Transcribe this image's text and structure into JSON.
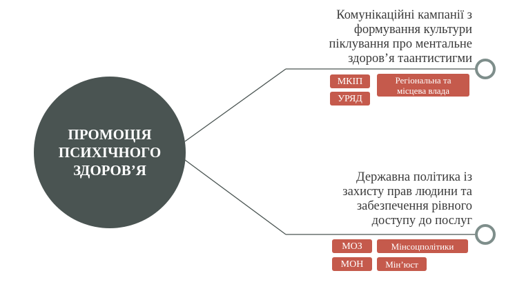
{
  "center": {
    "title": "ПРОМОЦІЯ\nПСИХІЧНОГО\nЗДОРОВ’Я"
  },
  "branches": [
    {
      "title": "Комунікаційні кампанії з\nформування культури\nпіклування про ментальне\nздоров’я таантистигми",
      "tags": [
        "МКІП",
        "УРЯД",
        "Регіональна та\nмісцева влада"
      ]
    },
    {
      "title": "Державна політика із\nзахисту прав людини та\nзабезпечення рівного\nдоступу до послуг",
      "tags": [
        "МОЗ",
        "МОН",
        "Мінсоцполітики",
        "Мін’юст"
      ]
    }
  ],
  "colors": {
    "center_fill": "#4a5452",
    "tag_fill": "#c55a4c",
    "node_ring": "#7e8e8b",
    "line": "#4a5452"
  }
}
